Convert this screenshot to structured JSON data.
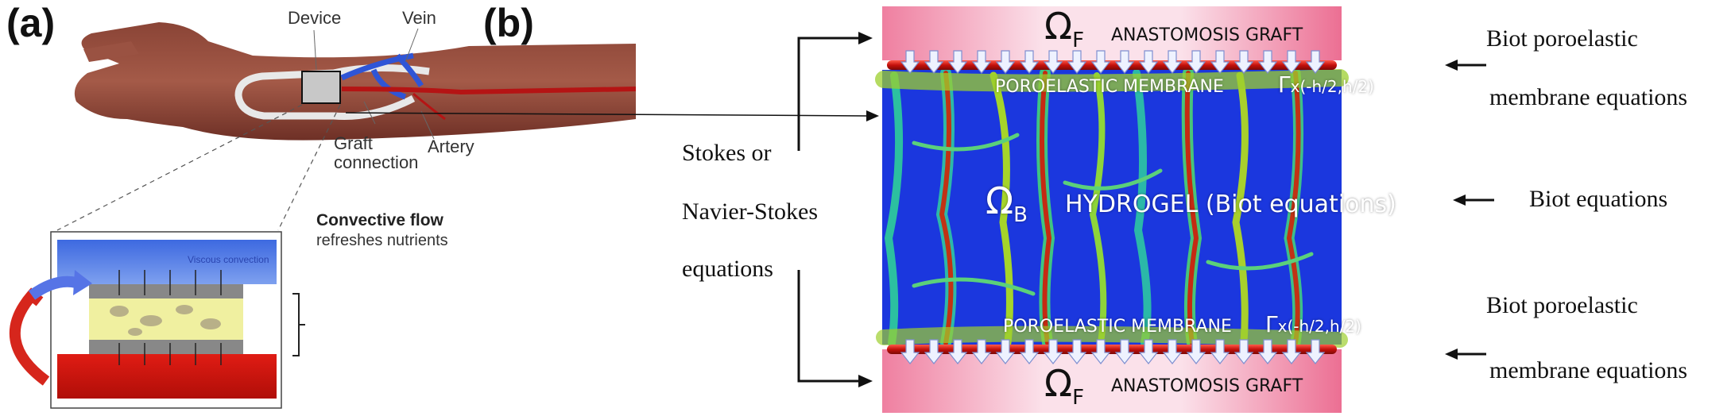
{
  "panel_a": {
    "label": "(a)",
    "labels": {
      "device": "Device",
      "vein": "Vein",
      "graft": "Graft",
      "connection": "connection",
      "artery": "Artery",
      "viscous": "Viscous convection",
      "convective_title": "Convective flow",
      "convective_sub": "refreshes nutrients"
    }
  },
  "panel_b": {
    "label": "(b)",
    "omega": "Ω",
    "sub_f": "F",
    "sub_b": "B",
    "graft_top": "ANASTOMOSIS GRAFT",
    "graft_bottom": "ANASTOMOSIS GRAFT",
    "membrane_top": "POROELASTIC MEMBRANE",
    "membrane_bottom": "POROELASTIC MEMBRANE",
    "gamma": "Γ",
    "gamma_sub": "x(-h/2,h/2)",
    "hydrogel": "HYDROGEL (Biot equations)",
    "left_text": [
      "Stokes or",
      "Navier-Stokes",
      "equations"
    ],
    "right_top": [
      "Biot poroelastic",
      "membrane equations"
    ],
    "right_mid": "Biot equations",
    "right_bottom": [
      "Biot poroelastic",
      "membrane equations"
    ]
  }
}
